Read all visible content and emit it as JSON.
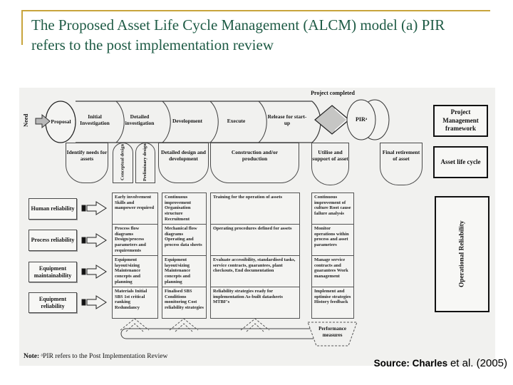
{
  "slide": {
    "title": "The Proposed Asset Life Cycle Management (ALCM) model (a) PIR refers to the post implementation review",
    "note_prefix": "Note:",
    "note_text": " ᵃPIR refers to the Post Implementation Review",
    "source_prefix": "Source: Charles ",
    "source_suffix": "et al. (2005)",
    "accent_colors": {
      "border_gold": "#C8A43C",
      "title_green": "#1E5B45"
    }
  },
  "diagram": {
    "need_label": "Need",
    "pipeline": {
      "proposal": "Proposal",
      "stages": [
        "Initial Investigation",
        "Detailed investigation",
        "Development",
        "Execute",
        "Release for start-up"
      ],
      "project_completed": "Project completed",
      "pir": "PIRᵃ"
    },
    "row2": {
      "identify": "Identify needs for assets",
      "conceptual": "Conceptual design",
      "preliminary": "Preliminary design",
      "detailed": "Detailed design and development",
      "construction": "Construction and/or production",
      "utilise": "Utilise and support of asset",
      "retirement": "Final retirement of asset"
    },
    "side_boxes": {
      "project_mgmt": "Project Management framework",
      "asset_cycle": "Asset life cycle",
      "operational_reliability": "Operational Reliability"
    },
    "left_labels": [
      "Human reliability",
      "Process reliability",
      "Equipment maintainability",
      "Equipment reliability"
    ],
    "columns": [
      {
        "cells": [
          "Early involvement Skills and manpower required",
          "Process flow diagrams Design/process parameters and requirements",
          "Equipment layout/sizing Maintenance concepts and planning",
          "Materials Initial SBS 1st critical ranking Redundancy"
        ]
      },
      {
        "cells": [
          "Continuous improvement Organisation structure Recruitment",
          "Mechanical flow diagrams Operating and process data sheets",
          "Equipment layout/sizing Maintenance concepts and planning",
          "Finalised SBS Conditions monitoring Cost reliability strategies"
        ]
      },
      {
        "cells": [
          "Training for the operation of assets",
          "Operating procedures defined for assets",
          "Evaluate accessibility, standardised tasks, service contracts, guarantees, plant checkouts, End documentation",
          "Reliability strategies ready for implementation As-built datasheets MTBF's"
        ]
      },
      {
        "cells": [
          "Continuous improvement of culture Root cause failure analysis",
          "Monitor operations within process and asset parameters",
          "Manage service contracts and guarantees Work management",
          "Implement and optimise strategies History feedback"
        ]
      }
    ],
    "performance": "Performance measures"
  }
}
